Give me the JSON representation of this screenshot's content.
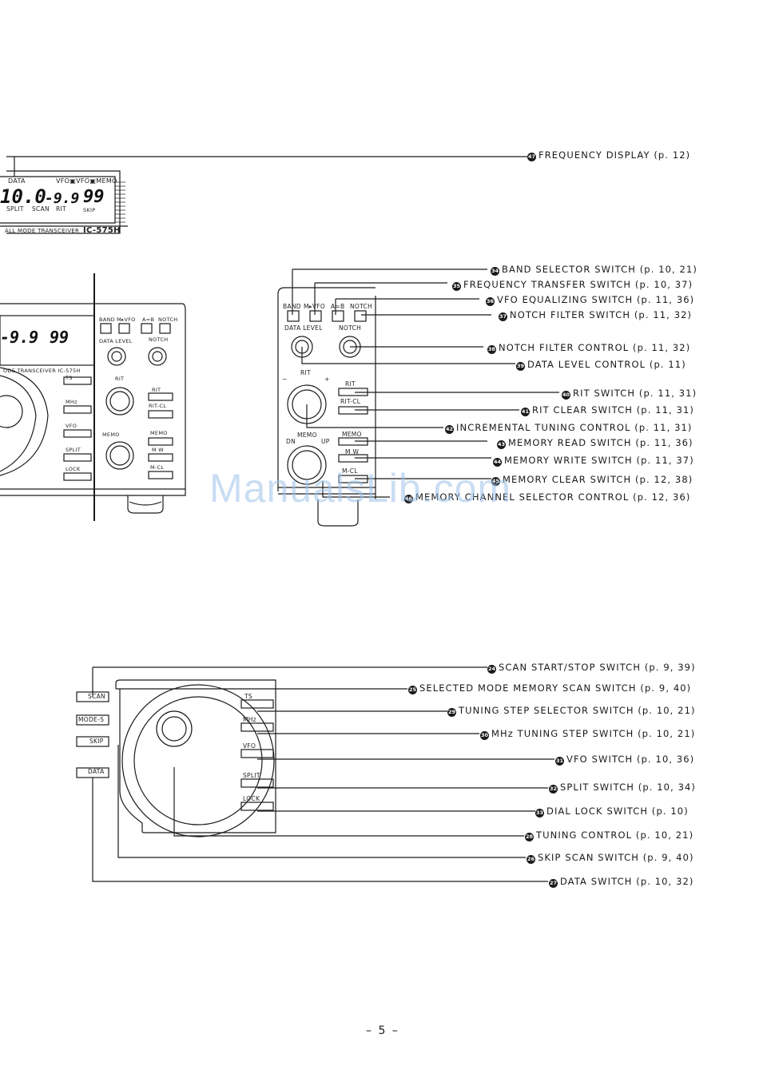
{
  "page": {
    "number": "– 5 –",
    "watermark": "ManualsLib.com"
  },
  "top_callouts": [
    {
      "n": "47",
      "label": "FREQUENCY  DISPLAY  (p. 12)"
    }
  ],
  "mid_callouts": [
    {
      "n": "34",
      "label": "BAND  SELECTOR  SWITCH  (p. 10, 21)"
    },
    {
      "n": "35",
      "label": "FREQUENCY  TRANSFER  SWITCH  (p. 10, 37)"
    },
    {
      "n": "36",
      "label": "VFO  EQUALIZING  SWITCH  (p. 11, 36)"
    },
    {
      "n": "37",
      "label": "NOTCH  FILTER  SWITCH  (p. 11, 32)"
    },
    {
      "n": "38",
      "label": "NOTCH  FILTER  CONTROL  (p. 11, 32)"
    },
    {
      "n": "39",
      "label": "DATA  LEVEL  CONTROL  (p. 11)"
    },
    {
      "n": "40",
      "label": "RIT  SWITCH  (p. 11, 31)"
    },
    {
      "n": "41",
      "label": "RIT  CLEAR  SWITCH  (p. 11, 31)"
    },
    {
      "n": "42",
      "label": "INCREMENTAL  TUNING  CONTROL  (p. 11, 31)"
    },
    {
      "n": "43",
      "label": "MEMORY  READ  SWITCH  (p. 11, 36)"
    },
    {
      "n": "44",
      "label": "MEMORY  WRITE  SWITCH  (p. 11, 37)"
    },
    {
      "n": "45",
      "label": "MEMORY  CLEAR  SWITCH  (p. 12, 38)"
    },
    {
      "n": "46",
      "label": "MEMORY  CHANNEL  SELECTOR  CONTROL  (p. 12, 36)"
    }
  ],
  "bottom_callouts": [
    {
      "n": "24",
      "label": "SCAN  START/STOP  SWITCH  (p. 9, 39)"
    },
    {
      "n": "25",
      "label": "SELECTED  MODE  MEMORY  SCAN  SWITCH  (p. 9, 40)"
    },
    {
      "n": "29",
      "label": "TUNING  STEP  SELECTOR  SWITCH  (p. 10, 21)"
    },
    {
      "n": "30",
      "label": "MHz  TUNING  STEP  SWITCH  (p. 10, 21)"
    },
    {
      "n": "31",
      "label": "VFO  SWITCH  (p. 10, 36)"
    },
    {
      "n": "32",
      "label": "SPLIT  SWITCH  (p. 10, 34)"
    },
    {
      "n": "33",
      "label": "DIAL  LOCK  SWITCH  (p. 10)"
    },
    {
      "n": "28",
      "label": "TUNING  CONTROL  (p. 10, 21)"
    },
    {
      "n": "26",
      "label": "SKIP  SCAN  SWITCH  (p. 9, 40)"
    },
    {
      "n": "27",
      "label": "DATA  SWITCH  (p. 10, 32)"
    }
  ],
  "display": {
    "data": "DATA",
    "vfo_memo": "VFO▣VFO▣MEMO",
    "freq": "10.0",
    "offset": "-9.9",
    "channel": "99",
    "split": "SPLIT",
    "scan": "SCAN",
    "rit": "RIT",
    "skip": "SKIP",
    "model_text": "ALL MODE TRANSCEIVER",
    "model": "IC-575H"
  },
  "panel": {
    "band": "BAND",
    "m_vfo": "M▸VFO",
    "a_b": "A=B",
    "notch": "NOTCH",
    "data_level": "DATA LEVEL",
    "rit": "RIT",
    "rit_cl": "RIT-CL",
    "memo": "MEMO",
    "dn": "DN",
    "up": "UP",
    "mw": "M  W",
    "mcl": "M-CL",
    "ts": "TS",
    "mhz": "MHz",
    "vfo": "VFO",
    "split": "SPLIT",
    "lock": "LOCK",
    "scan": "SCAN",
    "mode_s": "MODE-S",
    "skip": "SKIP",
    "data": "DATA",
    "small_model": "ODE TRANSCEIVER IC-575H",
    "minus": "−",
    "plus": "+"
  }
}
